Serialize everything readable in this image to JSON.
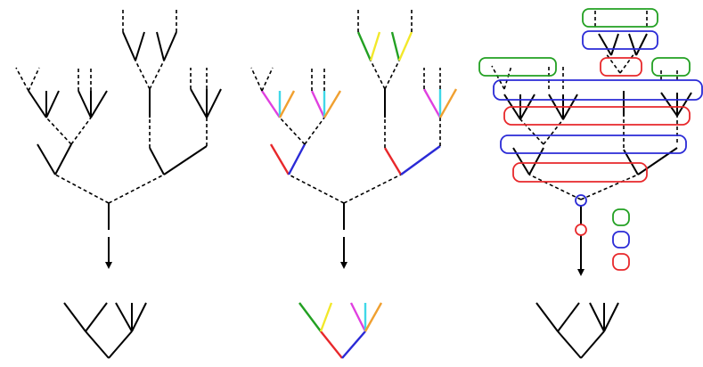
{
  "colors": {
    "black": "#000000",
    "red": "#e8282b",
    "blue": "#2a2ad6",
    "green": "#22a022",
    "yellow": "#f2e82a",
    "magenta": "#e040e0",
    "cyan": "#40d8e8",
    "orange": "#f0a030"
  },
  "panels": [
    {
      "id": "panel-plain"
    },
    {
      "id": "panel-colored"
    },
    {
      "id": "panel-boxed"
    }
  ],
  "legend": {
    "items": [
      {
        "color": "green"
      },
      {
        "color": "blue"
      },
      {
        "color": "red"
      }
    ]
  }
}
